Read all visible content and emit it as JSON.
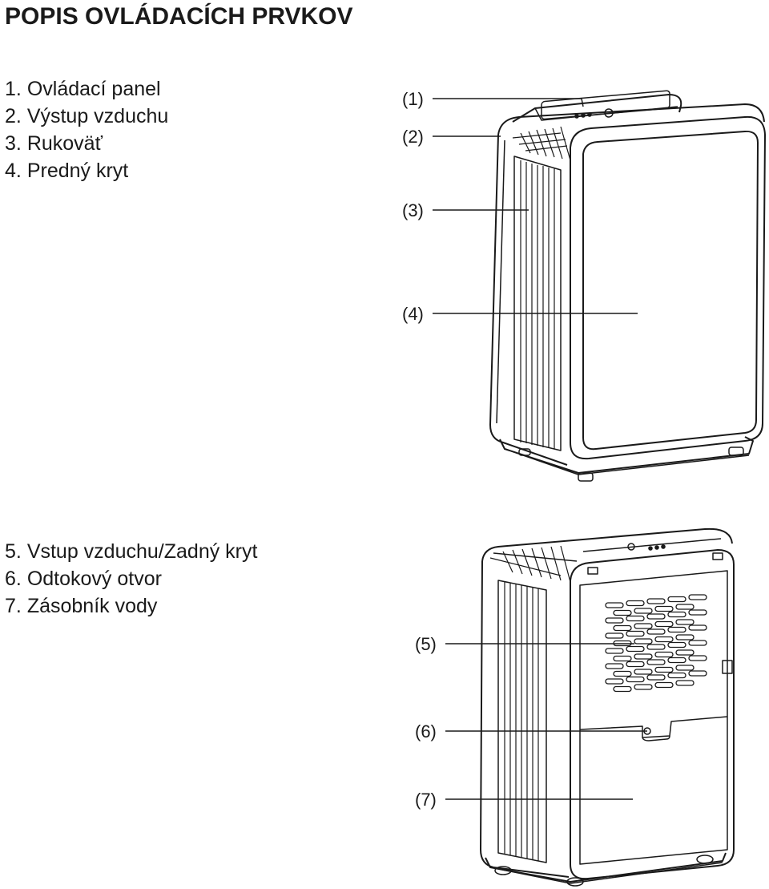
{
  "page": {
    "title": "POPIS OVLÁDACÍCH PRVKOV"
  },
  "front_parts": [
    {
      "num": "1.",
      "label": "Ovládací panel"
    },
    {
      "num": "2.",
      "label": "Výstup vzduchu"
    },
    {
      "num": "3.",
      "label": "Rukoväť"
    },
    {
      "num": "4.",
      "label": "Predný kryt"
    }
  ],
  "back_parts": [
    {
      "num": "5.",
      "label": "Vstup vzduchu/Zadný kryt"
    },
    {
      "num": "6.",
      "label": "Odtokový otvor"
    },
    {
      "num": "7.",
      "label": "Zásobník vody"
    }
  ],
  "callouts_front": [
    "(1)",
    "(2)",
    "(3)",
    "(4)"
  ],
  "callouts_back": [
    "(5)",
    "(6)",
    "(7)"
  ]
}
